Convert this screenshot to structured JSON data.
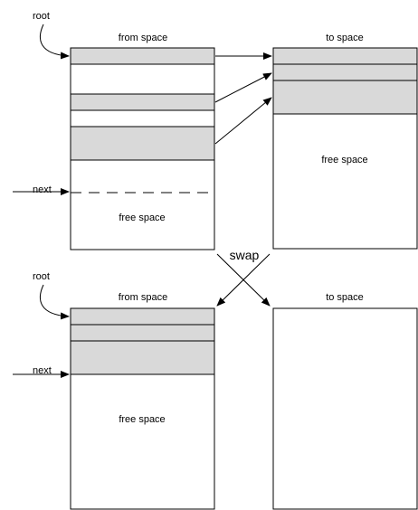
{
  "labels": {
    "root_top": "root",
    "from_space_top": "from space",
    "to_space_top": "to space",
    "next_top": "next",
    "free_space_from_top": "free space",
    "free_space_to_top": "free space",
    "swap": "swap",
    "root_bottom": "root",
    "from_space_bottom": "from space",
    "to_space_bottom": "to space",
    "next_bottom": "next",
    "free_space_bottom": "free space"
  },
  "colors": {
    "block_fill": "#d9d9d9",
    "stroke": "#000000",
    "background": "#ffffff"
  }
}
